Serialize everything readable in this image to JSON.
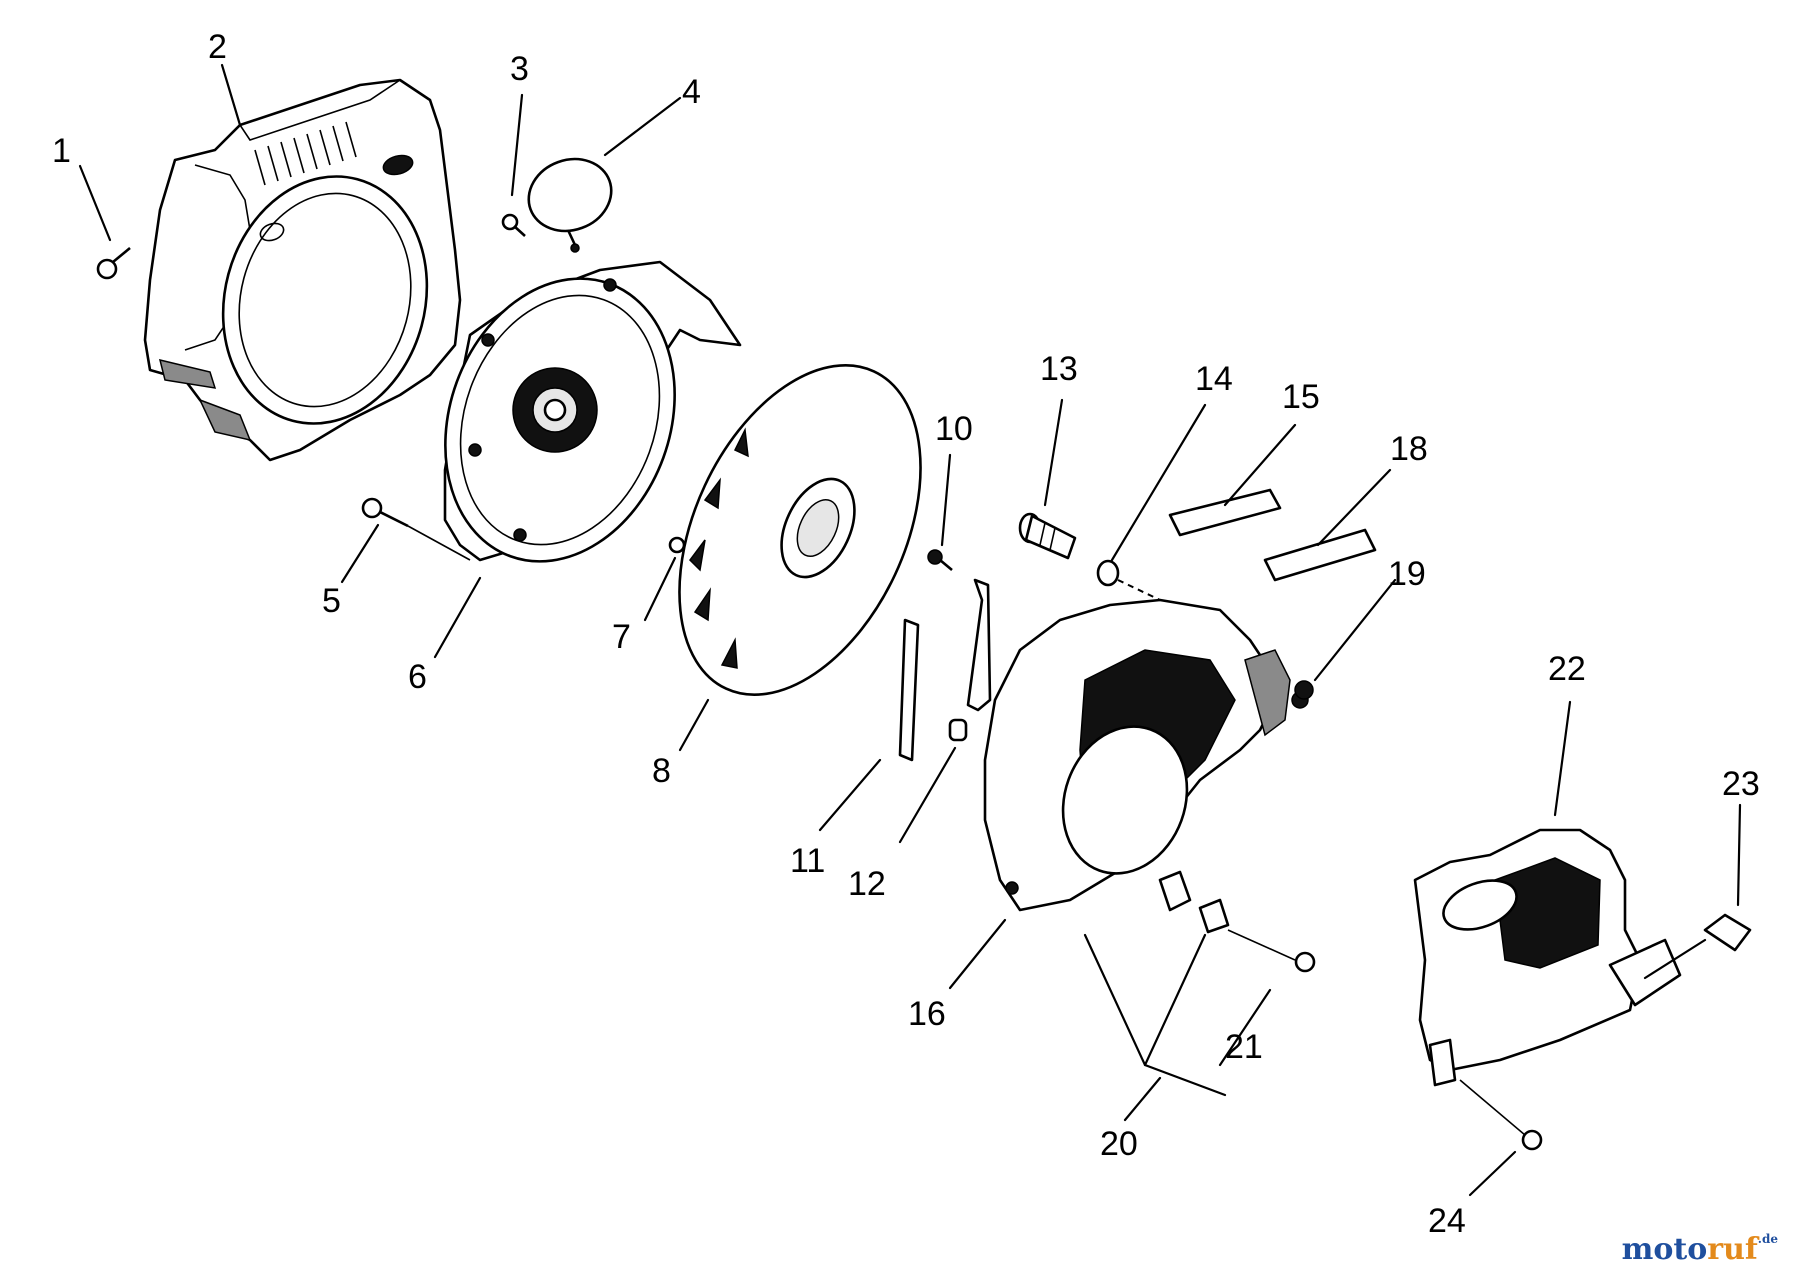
{
  "callouts": [
    {
      "id": "1",
      "label": "1"
    },
    {
      "id": "2",
      "label": "2"
    },
    {
      "id": "3",
      "label": "3"
    },
    {
      "id": "4",
      "label": "4"
    },
    {
      "id": "5",
      "label": "5"
    },
    {
      "id": "6",
      "label": "6"
    },
    {
      "id": "7",
      "label": "7"
    },
    {
      "id": "8",
      "label": "8"
    },
    {
      "id": "10",
      "label": "10"
    },
    {
      "id": "11",
      "label": "11"
    },
    {
      "id": "12",
      "label": "12"
    },
    {
      "id": "13",
      "label": "13"
    },
    {
      "id": "14",
      "label": "14"
    },
    {
      "id": "15",
      "label": "15"
    },
    {
      "id": "16",
      "label": "16"
    },
    {
      "id": "18",
      "label": "18"
    },
    {
      "id": "19",
      "label": "19"
    },
    {
      "id": "20",
      "label": "20"
    },
    {
      "id": "21",
      "label": "21"
    },
    {
      "id": "22",
      "label": "22"
    },
    {
      "id": "23",
      "label": "23"
    },
    {
      "id": "24",
      "label": "24"
    }
  ],
  "watermark": {
    "part1": "moto",
    "part2": "ruf",
    "part3": ".de"
  },
  "colors": {
    "ink": "#000000",
    "background": "#ffffff",
    "watermark_blue": "#1f4f9e",
    "watermark_orange": "#e38a1c"
  }
}
